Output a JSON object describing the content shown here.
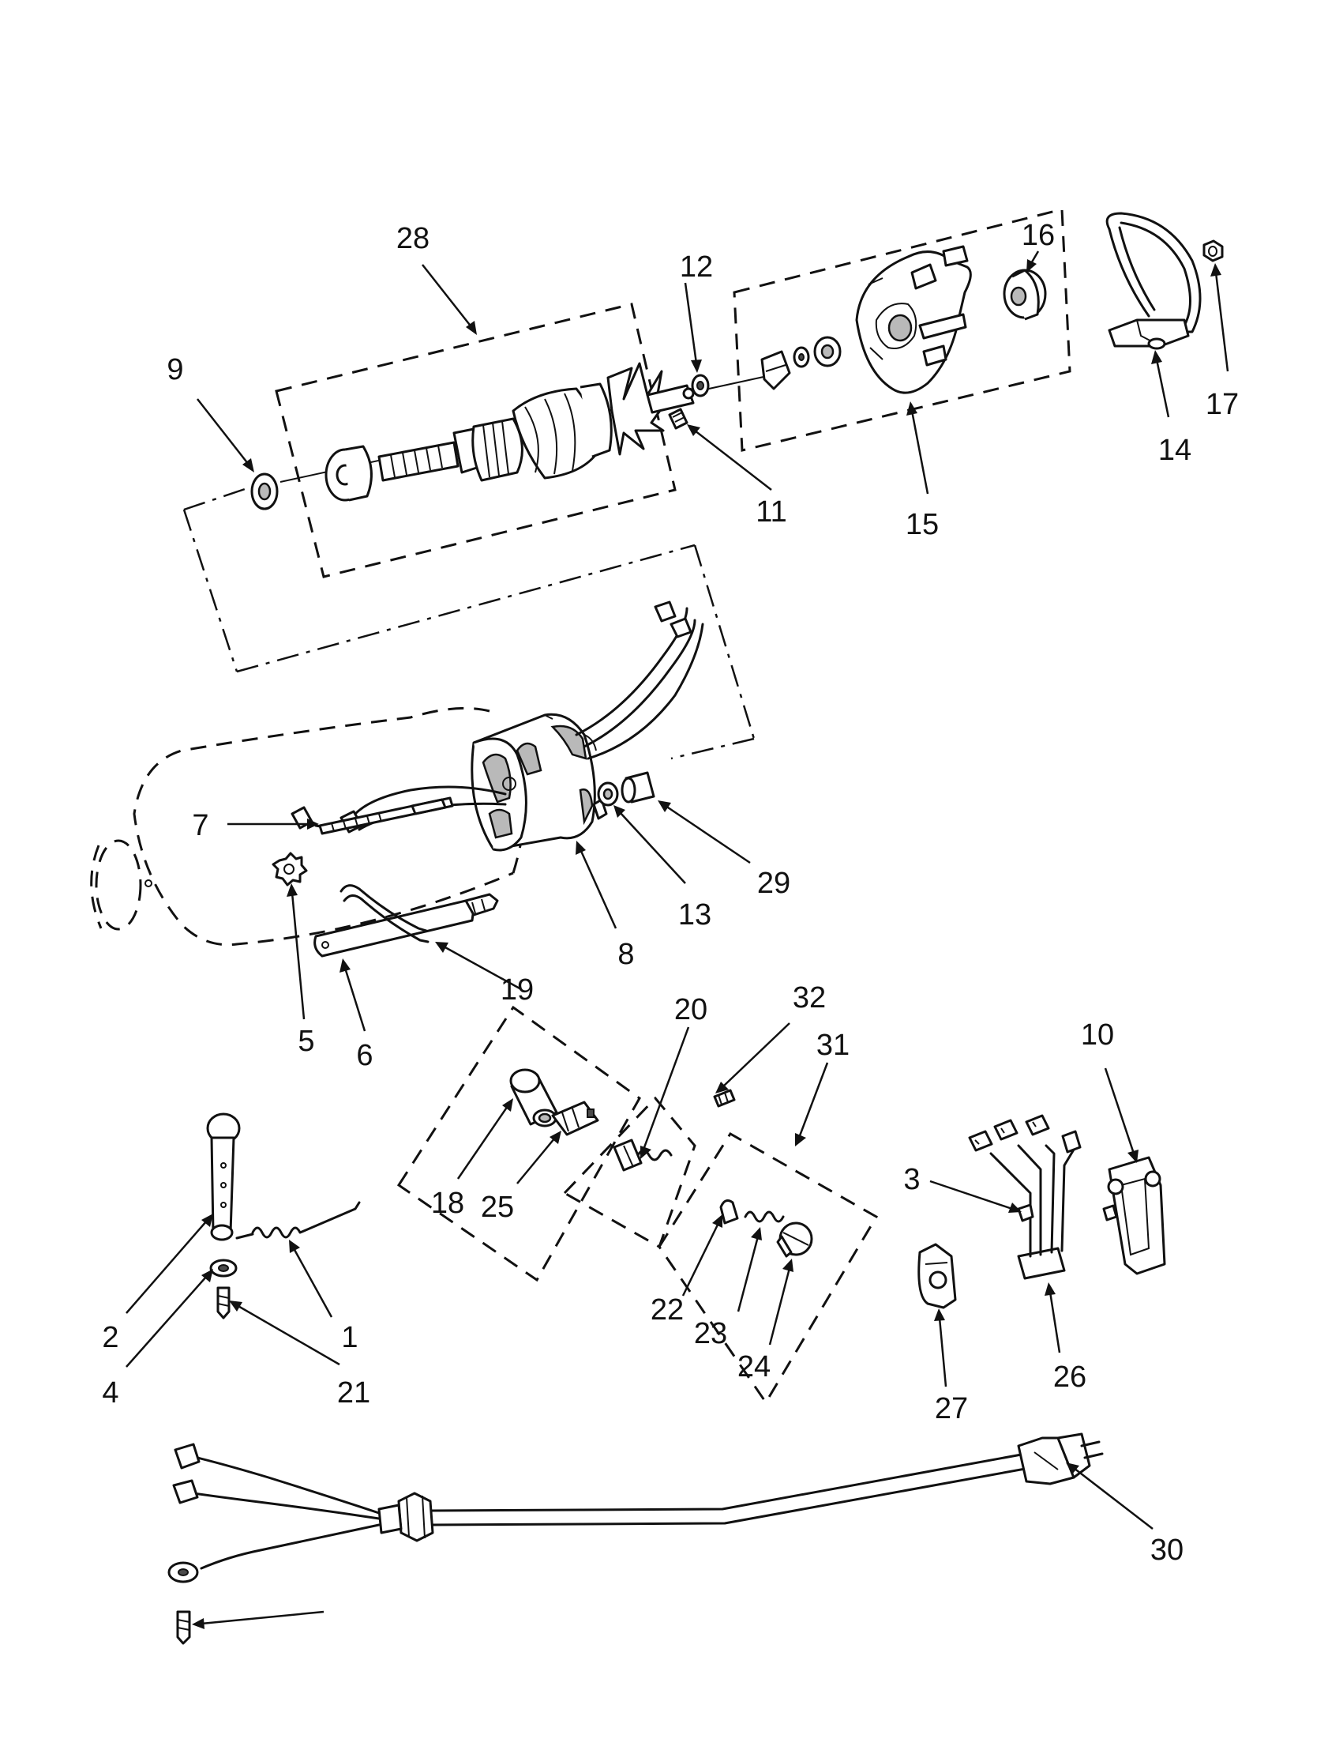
{
  "diagram": {
    "callouts": [
      "28",
      "9",
      "12",
      "11",
      "16",
      "15",
      "14",
      "17",
      "7",
      "8",
      "29",
      "13",
      "5",
      "6",
      "19",
      "20",
      "32",
      "31",
      "18",
      "25",
      "10",
      "3",
      "2",
      "4",
      "1",
      "21",
      "22",
      "23",
      "24",
      "27",
      "26",
      "30"
    ]
  }
}
